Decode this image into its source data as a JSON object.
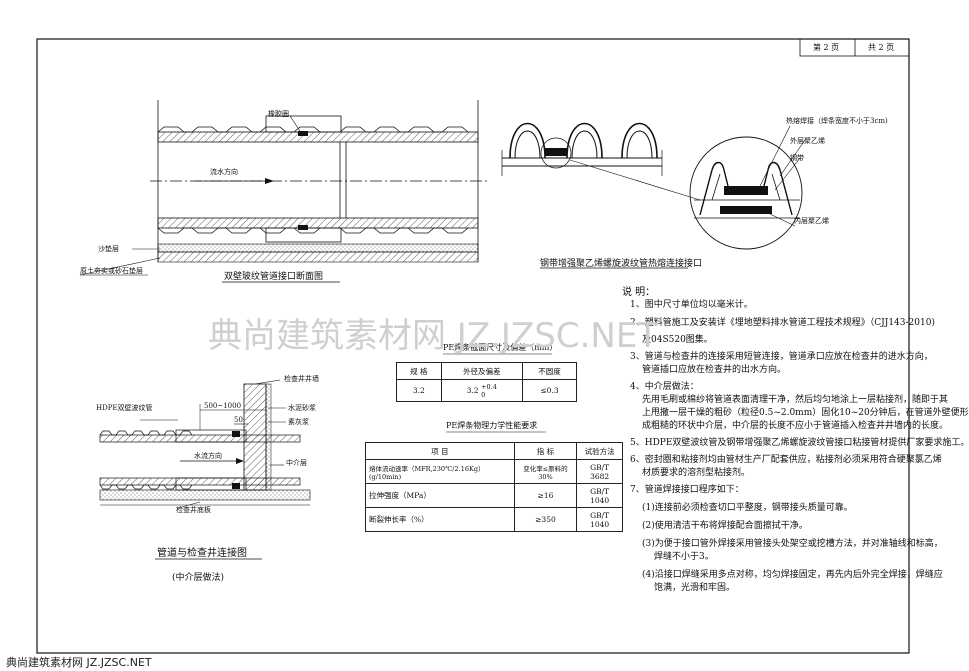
{
  "page_info": {
    "page": "第 2 页",
    "total": "共 2 页"
  },
  "watermark": {
    "text": "典尚建筑素材网 JZ.JZSC.NET"
  },
  "footer": {
    "text": "典尚建筑素材网 JZ.JZSC.NET"
  },
  "section": {
    "title": "双壁玻纹管道接口断面图",
    "labels": {
      "gasket": "橡胶圈",
      "flow": "流水方向",
      "sand": "沙垫层",
      "base": "原土夯实或砂石垫层"
    }
  },
  "heat_fusion": {
    "title": "钢带增强聚乙烯螺旋波纹管热熔连接接口",
    "labels": {
      "weld": "热熔焊接（焊条宽度不小于3cm)",
      "outer": "外层聚乙烯",
      "steel": "钢带",
      "inner": "内层聚乙烯"
    }
  },
  "manhole": {
    "title": "管道与检查井连接图",
    "subtitle": "(中介层做法)",
    "labels": {
      "wall": "检查井井墙",
      "hdpe": "HDPE双壁波纹管",
      "dim1": "500~1000",
      "dim2": "50",
      "mortar": "水泥砂浆",
      "concrete": "素灰浆",
      "flow": "水流方向",
      "medium": "中介层",
      "floor": "检查井底板"
    }
  },
  "table1": {
    "title": "PE焊条截面尺寸及偏差（mm）",
    "headers": [
      "规 格",
      "外径及偏差",
      "不圆度"
    ],
    "row": {
      "spec": "3.2",
      "od": "3.2",
      "tol_plus": "+0.4",
      "tol_minus": "0",
      "ovality": "≤0.3"
    }
  },
  "table2": {
    "title": "PE焊条物理力学性能要求",
    "headers": [
      "项  目",
      "指  标",
      "试验方法"
    ],
    "rows": [
      [
        "熔体流动速率（MFR,230℃/2.16Kg）(g/10min)",
        "变化率≤原料的30%",
        "GB/T 3682"
      ],
      [
        "拉伸强度（MPa）",
        "≥16",
        "GB/T 1040"
      ],
      [
        "断裂伸长率（%）",
        "≥350",
        "GB/T 1040"
      ]
    ]
  },
  "notes": {
    "title": "说  明：",
    "lines": [
      "1、图中尺寸单位均以毫米计。",
      "2、塑料管施工及安装详《埋地塑料排水管道工程技术规程》（CJJ143-2010)",
      "及04S520图集。",
      "3、管道与检查井的连接采用短管连接，管道承口应放在检查井的进水方向，",
      "管道插口应放在检查井的出水方向。",
      "4、中介层做法：",
      "先用毛刷或棉纱将管道表面清理干净，然后均匀地涂上一层粘接剂，随即于其",
      "上甩撒一层干燥的粗砂（粒径0.5~2.0mm）固化10~20分钟后，在管道外壁便形",
      "成粗糙的环状中介层，中介层的长度不应小于管道插入检查井井墙内的长度。",
      "5、HDPE双壁波纹管及钢带增强聚乙烯螺旋波纹管接口粘接管材提供厂家要求施工。",
      "6、密封圈和粘接剂均由管材生产厂配套供应，粘接剂必须采用符合硬聚氯乙烯",
      "材质要求的溶剂型粘接剂。",
      "7、管道焊接接口程序如下：",
      "(1)连接前必须检查切口平整度，钢带接头质量可靠。",
      "(2)使用清洁干布将焊接配合面擦拭干净。",
      "(3)为便于接口管外焊接采用管接头处架空或挖槽方法，并对准轴线和标高，",
      "焊缝不小于3。",
      "(4)沿接口焊缝采用多点对称，均匀焊接固定，再先内后外完全焊接，焊缝应",
      "饱满，光滑和牢固。"
    ]
  }
}
